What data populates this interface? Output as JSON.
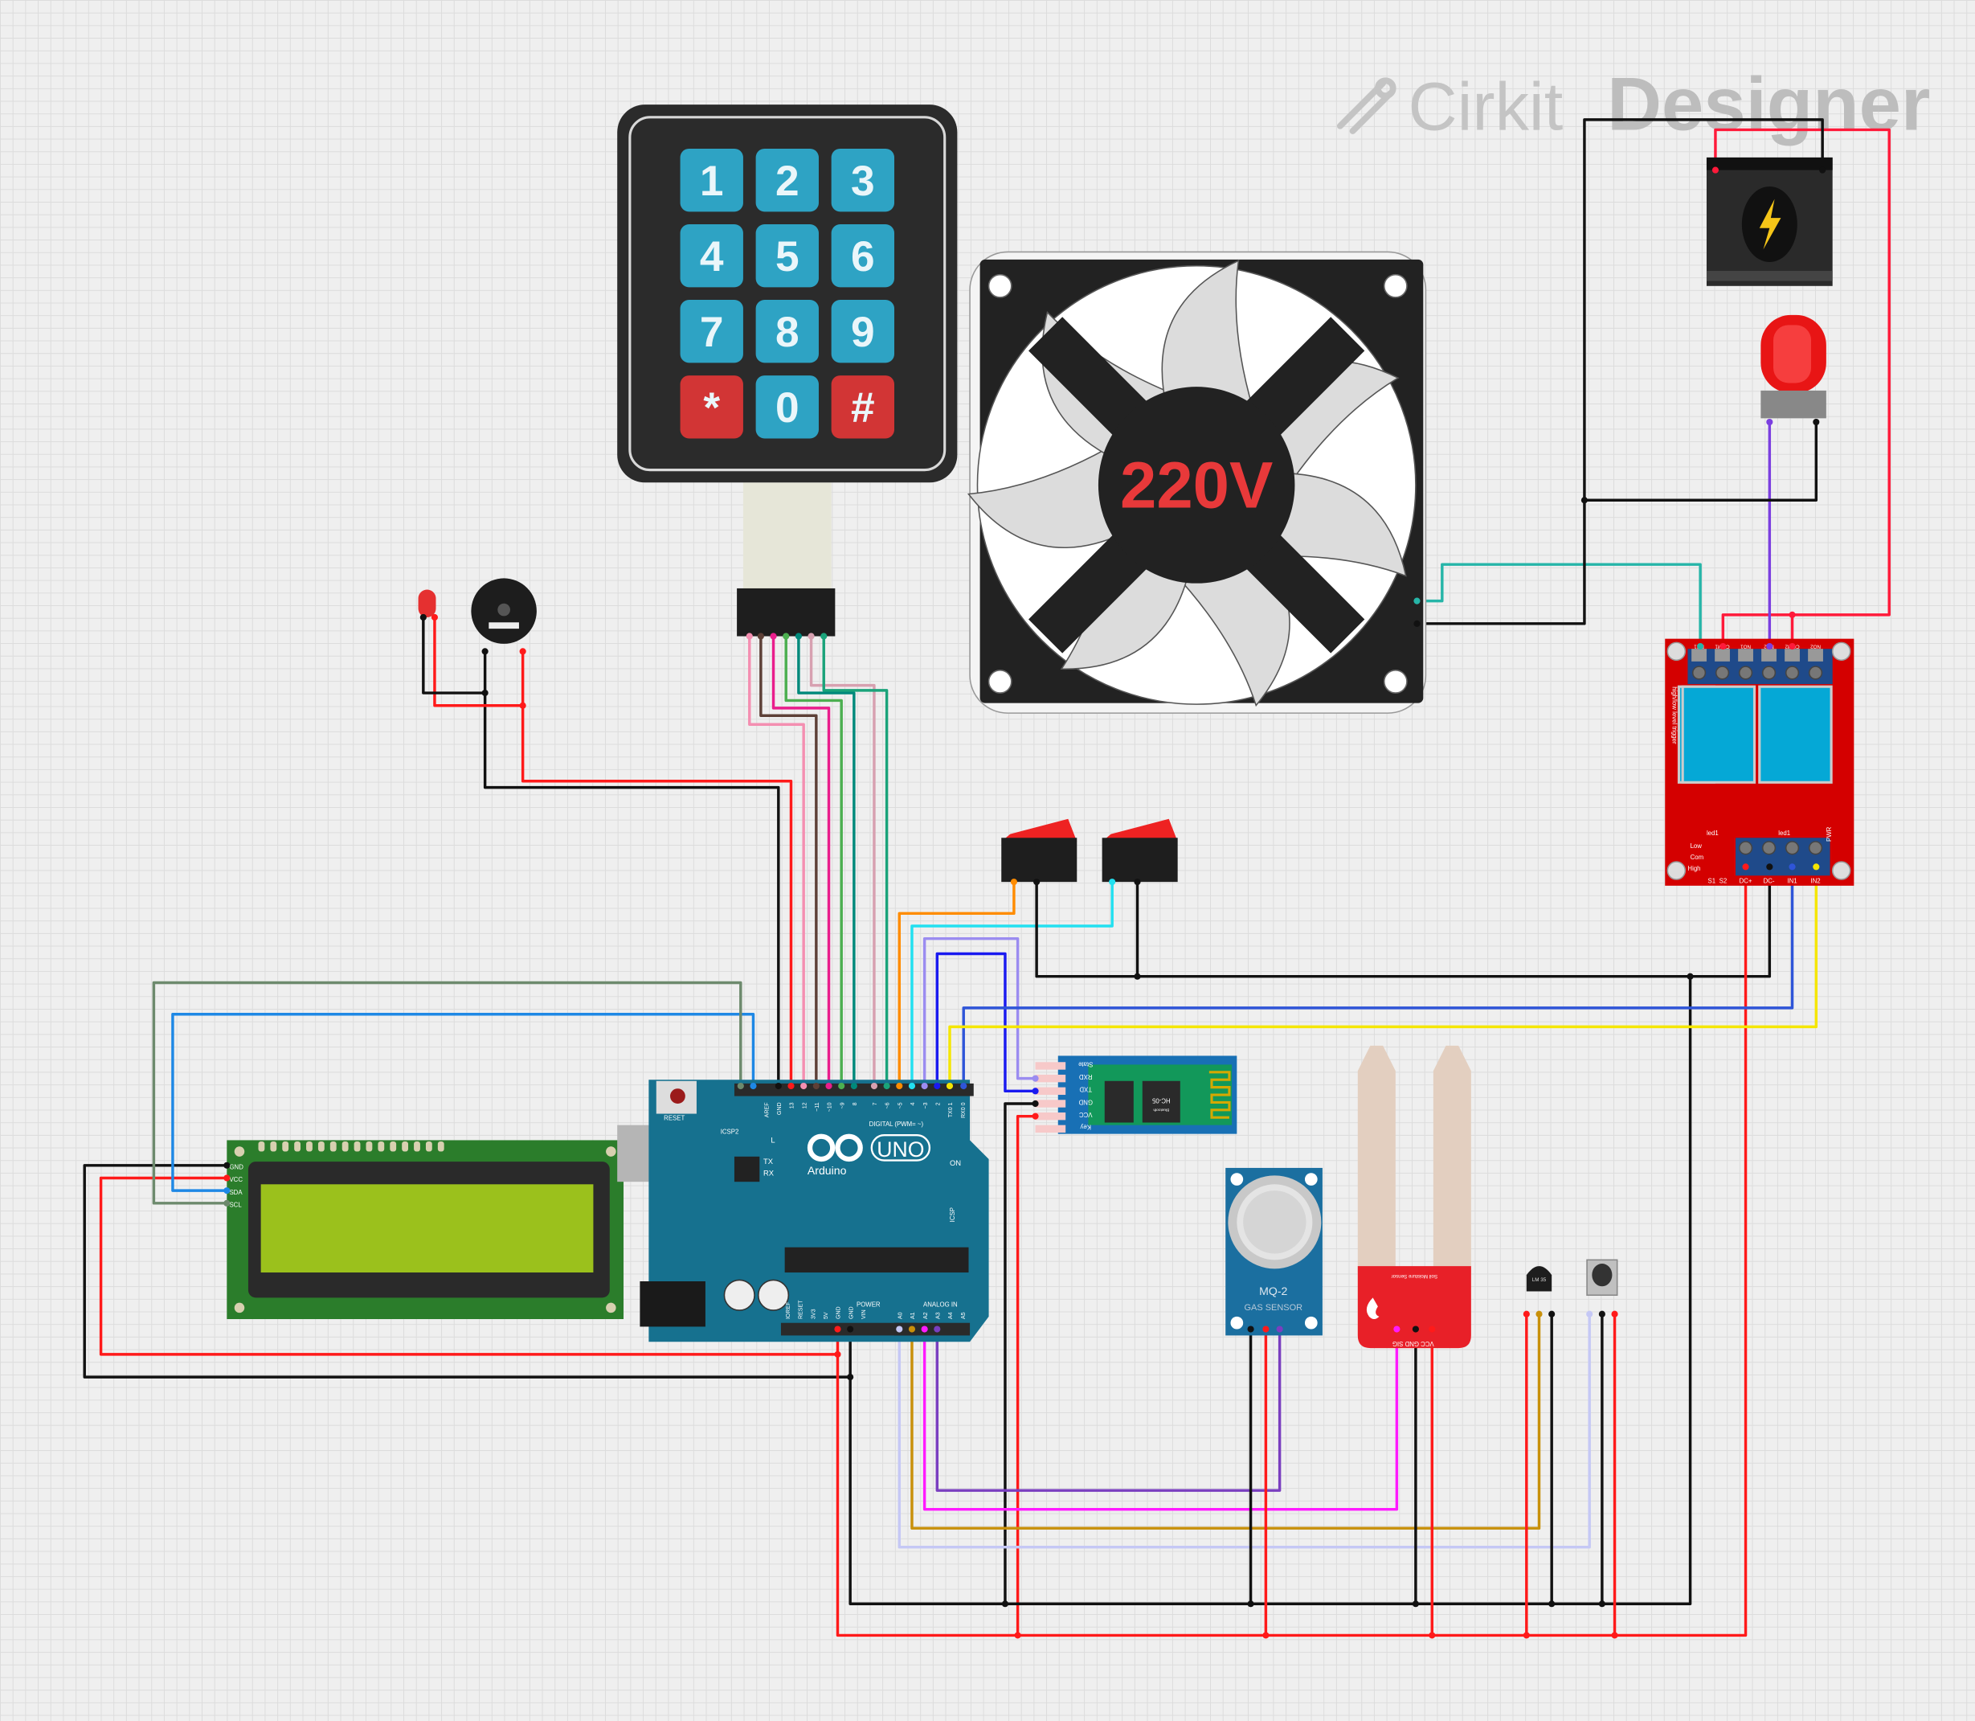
{
  "app": {
    "logo_prefix": "Cirkit",
    "logo_suffix": "Designer"
  },
  "keypad": {
    "keys": [
      "1",
      "2",
      "3",
      "4",
      "5",
      "6",
      "7",
      "8",
      "9",
      "*",
      "0",
      "#"
    ]
  },
  "fan": {
    "label": "220V"
  },
  "arduino": {
    "reset": "RESET",
    "icsp2": "ICSP2",
    "icsp": "ICSP",
    "brand": "Arduino",
    "model": "UNO",
    "led_l": "L",
    "led_tx": "TX",
    "led_rx": "RX",
    "led_on": "ON",
    "digital_label": "DIGITAL (PWM= ~)",
    "power_label": "POWER",
    "analog_label": "ANALOG IN",
    "digital_pins": [
      "AREF",
      "GND",
      "13",
      "12",
      "~11",
      "~10",
      "~9",
      "8",
      "7",
      "~6",
      "~5",
      "4",
      "~3",
      "2",
      "TX0 1",
      "RX0 0"
    ],
    "power_pins": [
      "IOREF",
      "RESET",
      "3V3",
      "5V",
      "GND",
      "GND",
      "VIN"
    ],
    "analog_pins": [
      "A0",
      "A1",
      "A2",
      "A3",
      "A4",
      "A5"
    ]
  },
  "lcd": {
    "pins": [
      "GND",
      "VCC",
      "SDA",
      "SCL"
    ]
  },
  "hc05": {
    "pins": [
      "State",
      "RXD",
      "TXD",
      "GND",
      "VCC",
      "Key"
    ],
    "chip": "HC-05",
    "chip_sub": "Bluetooth"
  },
  "mq2": {
    "title": "MQ-2",
    "subtitle": "GAS SENSOR"
  },
  "soil": {
    "title": "Soil Moisture Sensor",
    "pins": "VCC GND SIG"
  },
  "lm35": {
    "label": "LM 35"
  },
  "relay": {
    "top_pins": [
      "NC1",
      "COM1",
      "NO1",
      "NC2",
      "COM2",
      "NO2"
    ],
    "side_label": "high/low level trigger",
    "bottom_pins": [
      "DC+",
      "DC-",
      "IN1",
      "IN2"
    ],
    "jumper_labels": [
      "Low",
      "Com",
      "High"
    ],
    "jumper_cols": [
      "S1",
      "S2"
    ],
    "led_labels": [
      "led1",
      "led1"
    ],
    "pwr": "PWR"
  },
  "colors": {
    "keypad_blue": "#2ea3c4",
    "keypad_red": "#d23535",
    "arduino": "#16718f",
    "relay": "#d40000",
    "lcd_board": "#2b7d2b",
    "lcd_screen": "#9bc11c",
    "hc05": "#1870b5",
    "mq2": "#1b6fa0",
    "fan_text": "#e8393a"
  }
}
